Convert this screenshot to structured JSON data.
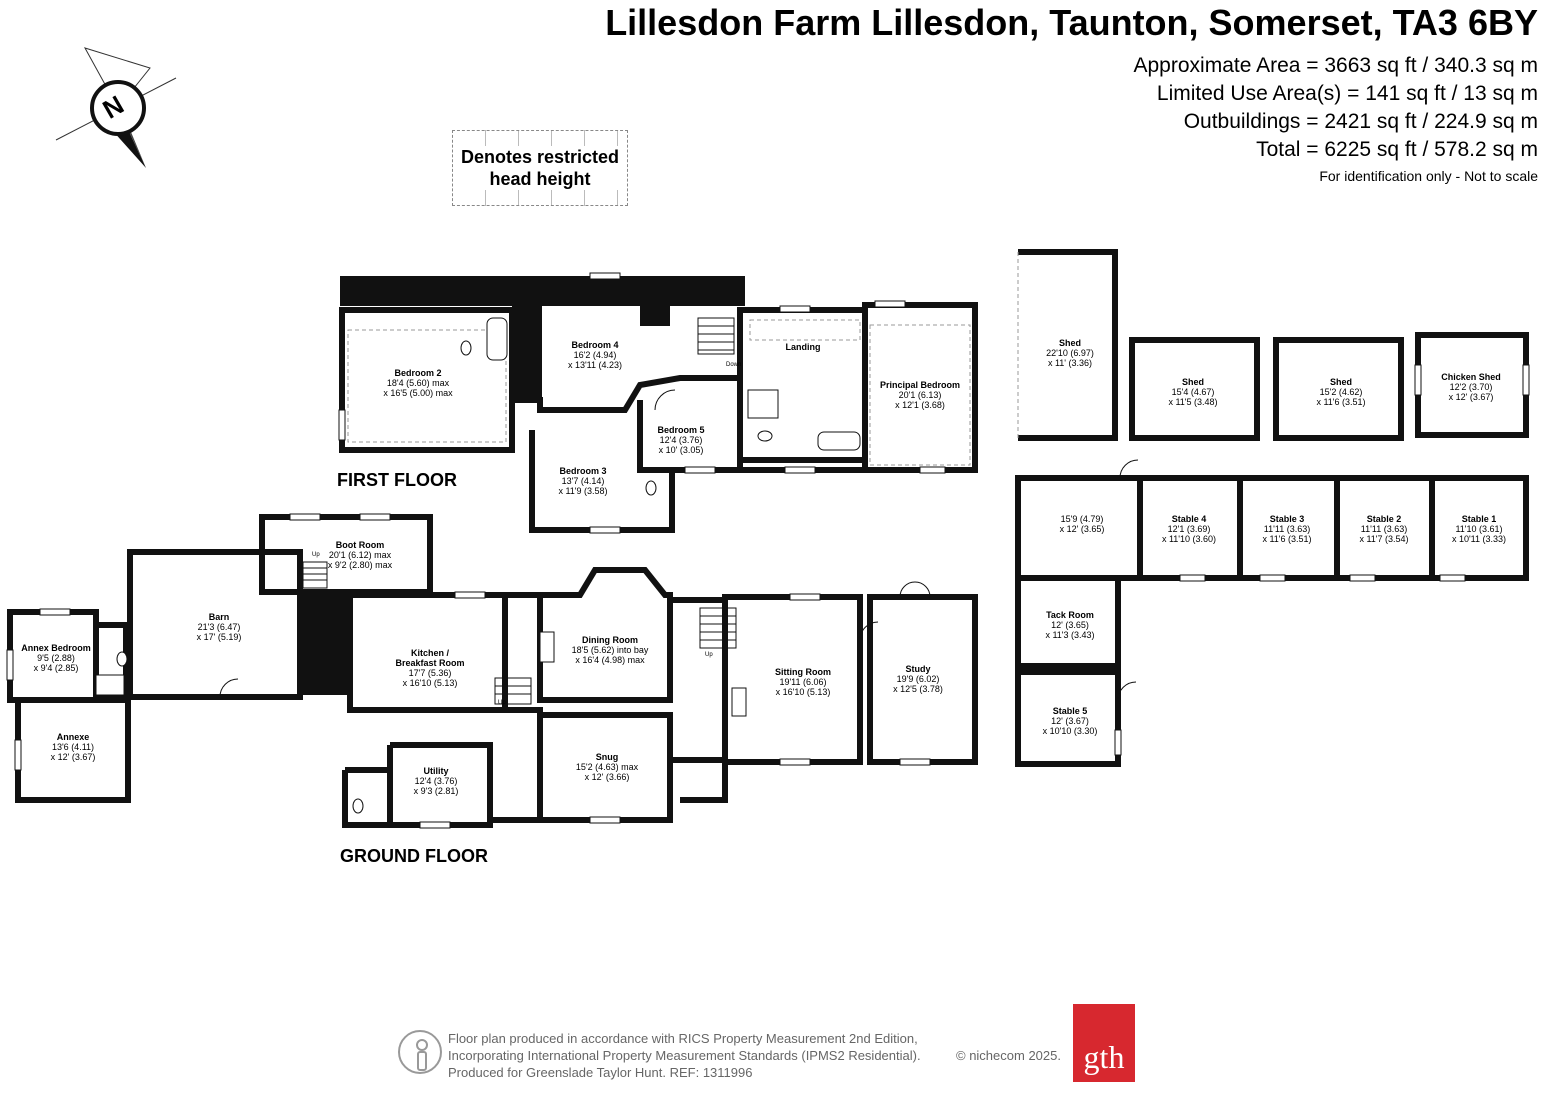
{
  "header": {
    "title": "Lillesdon Farm Lillesdon, Taunton, Somerset, TA3 6BY",
    "areas": [
      "Approximate Area = 3663 sq ft / 340.3 sq m",
      "Limited Use Area(s) = 141 sq ft / 13 sq m",
      "Outbuildings = 2421 sq ft / 224.9 sq m",
      "Total = 6225 sq ft / 578.2 sq m"
    ],
    "note": "For identification only - Not to scale"
  },
  "compass": {
    "letter": "N"
  },
  "legend": {
    "restricted": "Denotes restricted head height"
  },
  "floors": {
    "first": "FIRST FLOOR",
    "ground": "GROUND FLOOR"
  },
  "rooms": {
    "bedroom2": {
      "name": "Bedroom 2",
      "d1": "18'4 (5.60) max",
      "d2": "x 16'5 (5.00) max"
    },
    "bedroom4": {
      "name": "Bedroom 4",
      "d1": "16'2 (4.94)",
      "d2": "x 13'11 (4.23)"
    },
    "landing": {
      "name": "Landing"
    },
    "principal": {
      "name": "Principal Bedroom",
      "d1": "20'1 (6.13)",
      "d2": "x 12'1 (3.68)"
    },
    "bedroom5": {
      "name": "Bedroom 5",
      "d1": "12'4 (3.76)",
      "d2": "x 10' (3.05)"
    },
    "bedroom3": {
      "name": "Bedroom 3",
      "d1": "13'7 (4.14)",
      "d2": "x 11'9 (3.58)"
    },
    "bootroom": {
      "name": "Boot Room",
      "d1": "20'1 (6.12) max",
      "d2": "x 9'2 (2.80) max"
    },
    "barn": {
      "name": "Barn",
      "d1": "21'3 (6.47)",
      "d2": "x 17' (5.19)"
    },
    "annexbed": {
      "name": "Annex Bedroom",
      "d1": "9'5 (2.88)",
      "d2": "x 9'4 (2.85)"
    },
    "annexe": {
      "name": "Annexe",
      "d1": "13'6 (4.11)",
      "d2": "x 12' (3.67)"
    },
    "kitchen": {
      "name": "Kitchen /",
      "name2": "Breakfast Room",
      "d1": "17'7 (5.36)",
      "d2": "x 16'10 (5.13)"
    },
    "dining": {
      "name": "Dining Room",
      "d1": "18'5 (5.62) into bay",
      "d2": "x 16'4 (4.98) max"
    },
    "sitting": {
      "name": "Sitting Room",
      "d1": "19'11 (6.06)",
      "d2": "x 16'10 (5.13)"
    },
    "study": {
      "name": "Study",
      "d1": "19'9 (6.02)",
      "d2": "x 12'5 (3.78)"
    },
    "utility": {
      "name": "Utility",
      "d1": "12'4 (3.76)",
      "d2": "x 9'3 (2.81)"
    },
    "snug": {
      "name": "Snug",
      "d1": "15'2 (4.63) max",
      "d2": "x 12' (3.66)"
    },
    "shed1": {
      "name": "Shed",
      "d1": "22'10 (6.97)",
      "d2": "x 11' (3.36)"
    },
    "shed2": {
      "name": "Shed",
      "d1": "15'4 (4.67)",
      "d2": "x 11'5 (3.48)"
    },
    "shed3": {
      "name": "Shed",
      "d1": "15'2 (4.62)",
      "d2": "x 11'6 (3.51)"
    },
    "chicken": {
      "name": "Chicken Shed",
      "d1": "12'2 (3.70)",
      "d2": "x 12' (3.67)"
    },
    "store": {
      "d1": "15'9 (4.79)",
      "d2": "x 12' (3.65)"
    },
    "stable4": {
      "name": "Stable 4",
      "d1": "12'1 (3.69)",
      "d2": "x 11'10 (3.60)"
    },
    "stable3": {
      "name": "Stable 3",
      "d1": "11'11 (3.63)",
      "d2": "x 11'6 (3.51)"
    },
    "stable2": {
      "name": "Stable 2",
      "d1": "11'11 (3.63)",
      "d2": "x 11'7 (3.54)"
    },
    "stable1": {
      "name": "Stable 1",
      "d1": "11'10 (3.61)",
      "d2": "x 10'11 (3.33)"
    },
    "tack": {
      "name": "Tack Room",
      "d1": "12' (3.65)",
      "d2": "x 11'3 (3.43)"
    },
    "stable5": {
      "name": "Stable 5",
      "d1": "12' (3.67)",
      "d2": "x 10'10 (3.30)"
    }
  },
  "stair_labels": {
    "down": "Down",
    "up": "Up"
  },
  "footer": {
    "lines": [
      "Floor plan produced in accordance with RICS Property Measurement 2nd Edition,",
      "Incorporating International Property Measurement Standards (IPMS2 Residential).",
      "Produced for Greenslade Taylor Hunt.   REF: 1311996"
    ],
    "copyright": "© nichecom 2025.",
    "brand": "gth"
  }
}
